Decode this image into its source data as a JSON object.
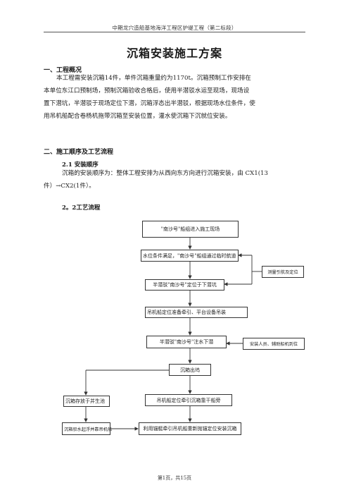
{
  "header": {
    "running_title": "中期龙穴造船基地海洋工程区护堤工程（第二标段）"
  },
  "doc": {
    "title": "沉箱安装施工方案",
    "section1": {
      "heading": "一、工程概况",
      "line1": "本工程需安装沉箱14件，单件沉箱重量约为1170t。沉箱预制工作安排在",
      "line2": "本单位东江口预制场，预制沉箱验收合格后，使用半潜驳水运至现场，现场设",
      "line3": "置下潜坑，半潜驳于现场定位下潜，沉箱浮态出半潜驳，根据现场水位条件，使",
      "line4": "用吊机船配合卷杨机拖带沉箱至安装位置，灌水使沉箱下沉就位安装。"
    },
    "section2": {
      "heading": "二、施工顺序及工艺流程",
      "sub1": "2.1 安装顺序",
      "sub1_line1": "沉箱的安装顺序为：整体工程安排为从西向东方向进行沉箱安装，由 CX1(13",
      "sub1_line2": "件）→CX2(1件）。",
      "sub2": "2。2工艺流程"
    }
  },
  "flowchart": {
    "step1": "\"南沙号\"船组进入施工现场",
    "step2": "水位条件满足，\"南沙号\"船组通过临时航道",
    "side_survey": "测量引航及定位",
    "step3": "半潜驳\"南沙号\"定位于下潜坑",
    "step4": "吊机船定位准备牵引、平台设备吊装",
    "step5": "半潜驳\"南沙号\"注水下潜",
    "side_staff": "安装人员、辅助船机到位",
    "step6": "沉箱出坞",
    "left1": "沉箱存放于并生池",
    "step7": "吊机船定位牵引沉箱靠干船旁",
    "left2": "沉箱驳水起浮并靠吊机船",
    "step8": "利用锚艇牵引吊机船重新抛锚定位安装沉箱"
  },
  "footer": {
    "page_label": "第1页，共15页"
  }
}
